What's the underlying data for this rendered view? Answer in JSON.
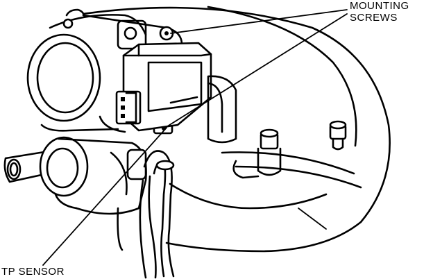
{
  "labels": {
    "mounting_screws": [
      "MOUNTING",
      "SCREWS"
    ],
    "tp_sensor": "TP SENSOR"
  }
}
